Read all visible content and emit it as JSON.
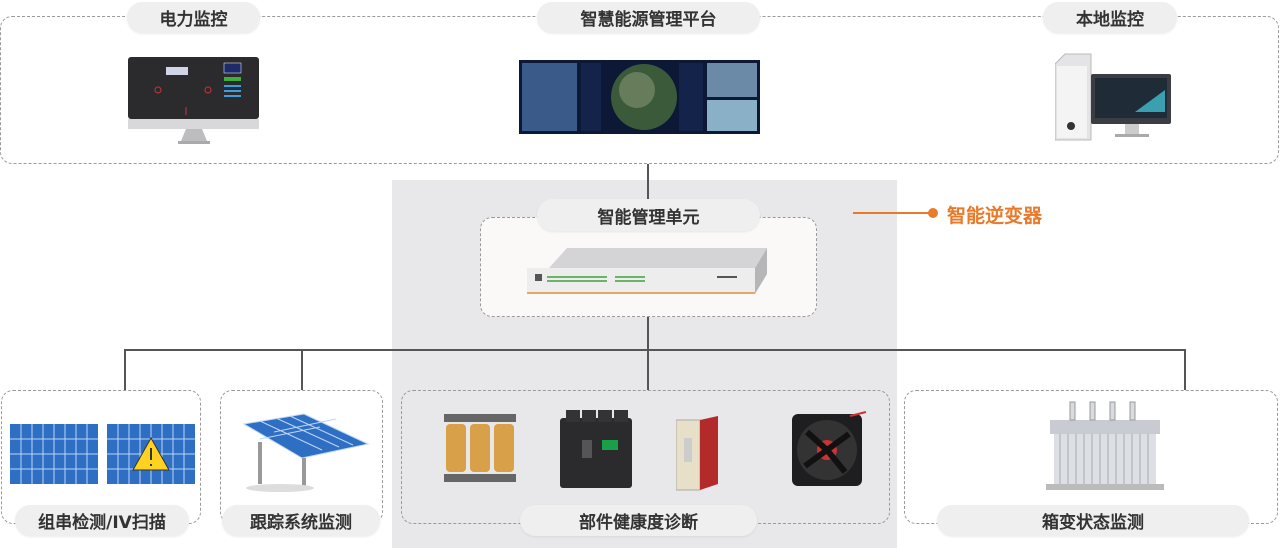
{
  "top": {
    "power_monitoring": "电力监控",
    "energy_platform": "智慧能源管理平台",
    "local_monitoring": "本地监控"
  },
  "middle": {
    "management_unit": "智能管理单元",
    "legend_label": "智能逆变器",
    "legend_color": "#e87a2a"
  },
  "bottom": {
    "string_detection": "组串检测/IV扫描",
    "tracking_monitoring": "跟踪系统监测",
    "component_health": "部件健康度诊断",
    "box_transformer": "箱变状态监测"
  }
}
